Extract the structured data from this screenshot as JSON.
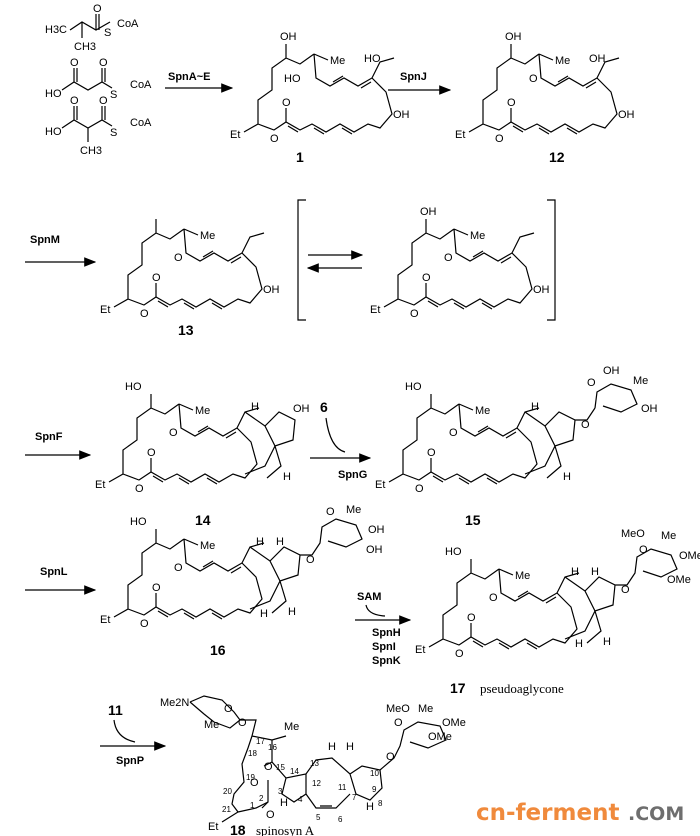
{
  "starting_materials": [
    {
      "atoms": [
        "O",
        "H3C",
        "S",
        "CoA",
        "CH3"
      ]
    },
    {
      "atoms": [
        "O",
        "O",
        "HO",
        "S",
        "CoA"
      ]
    },
    {
      "atoms": [
        "O",
        "O",
        "HO",
        "S",
        "CoA",
        "CH3"
      ]
    }
  ],
  "steps": {
    "s1": "SpnA~E",
    "s2": "SpnJ",
    "s3": "SpnM",
    "s4": "SpnF",
    "s5_reagent": "6",
    "s5": "SpnG",
    "s6": "SpnL",
    "s7_reagent": "SAM",
    "s7_enzymes": [
      "SpnH",
      "SpnI",
      "SpnK"
    ],
    "s8_reagent": "11",
    "s8": "SpnP"
  },
  "compounds": {
    "c1": {
      "label": "1",
      "atoms": [
        "OH",
        "Me",
        "HO",
        "HO",
        "OH",
        "O",
        "O",
        "Et"
      ]
    },
    "c12": {
      "label": "12",
      "atoms": [
        "OH",
        "Me",
        "O",
        "OH",
        "OH",
        "O",
        "O",
        "Et"
      ]
    },
    "c13": {
      "label": "13",
      "atoms": [
        "Me",
        "O",
        "OH",
        "O",
        "O",
        "Et"
      ]
    },
    "intermediate": {
      "atoms": [
        "OH",
        "Me",
        "O",
        "OH",
        "O",
        "O",
        "Et"
      ]
    },
    "c14": {
      "label": "14",
      "atoms": [
        "HO",
        "Me",
        "O",
        "H",
        "OH",
        "H",
        "O",
        "O",
        "Et"
      ]
    },
    "c15": {
      "label": "15",
      "atoms": [
        "HO",
        "Me",
        "O",
        "H",
        "O",
        "O",
        "Me",
        "OH",
        "OH",
        "H",
        "O",
        "O",
        "Et"
      ]
    },
    "c16": {
      "label": "16",
      "atoms": [
        "HO",
        "Me",
        "O",
        "H",
        "H",
        "O",
        "O",
        "Me",
        "OH",
        "OH",
        "H",
        "H",
        "O",
        "O",
        "Et"
      ]
    },
    "c17": {
      "label": "17",
      "name": "pseudoaglycone",
      "atoms": [
        "HO",
        "Me",
        "O",
        "H",
        "H",
        "MeO",
        "O",
        "Me",
        "OMe",
        "OMe",
        "O",
        "H",
        "H",
        "O",
        "O",
        "Et"
      ]
    },
    "c18": {
      "label": "18",
      "name": "spinosyn A",
      "atoms": [
        "Me2N",
        "O",
        "O",
        "Me",
        "Me",
        "O",
        "MeO",
        "O",
        "Me",
        "OMe",
        "OMe",
        "O",
        "H",
        "H",
        "H",
        "H",
        "O",
        "O",
        "Et"
      ],
      "numbering": [
        "17",
        "16",
        "15",
        "14",
        "13",
        "12",
        "11",
        "10",
        "9",
        "8",
        "7",
        "6",
        "5",
        "4",
        "3",
        "2",
        "1",
        "21",
        "20",
        "19",
        "18"
      ]
    }
  },
  "watermark": {
    "part1": "cn-ferment",
    "part2": ".COM",
    "color1": "#f08a3c",
    "color2": "#6e6e6e"
  }
}
